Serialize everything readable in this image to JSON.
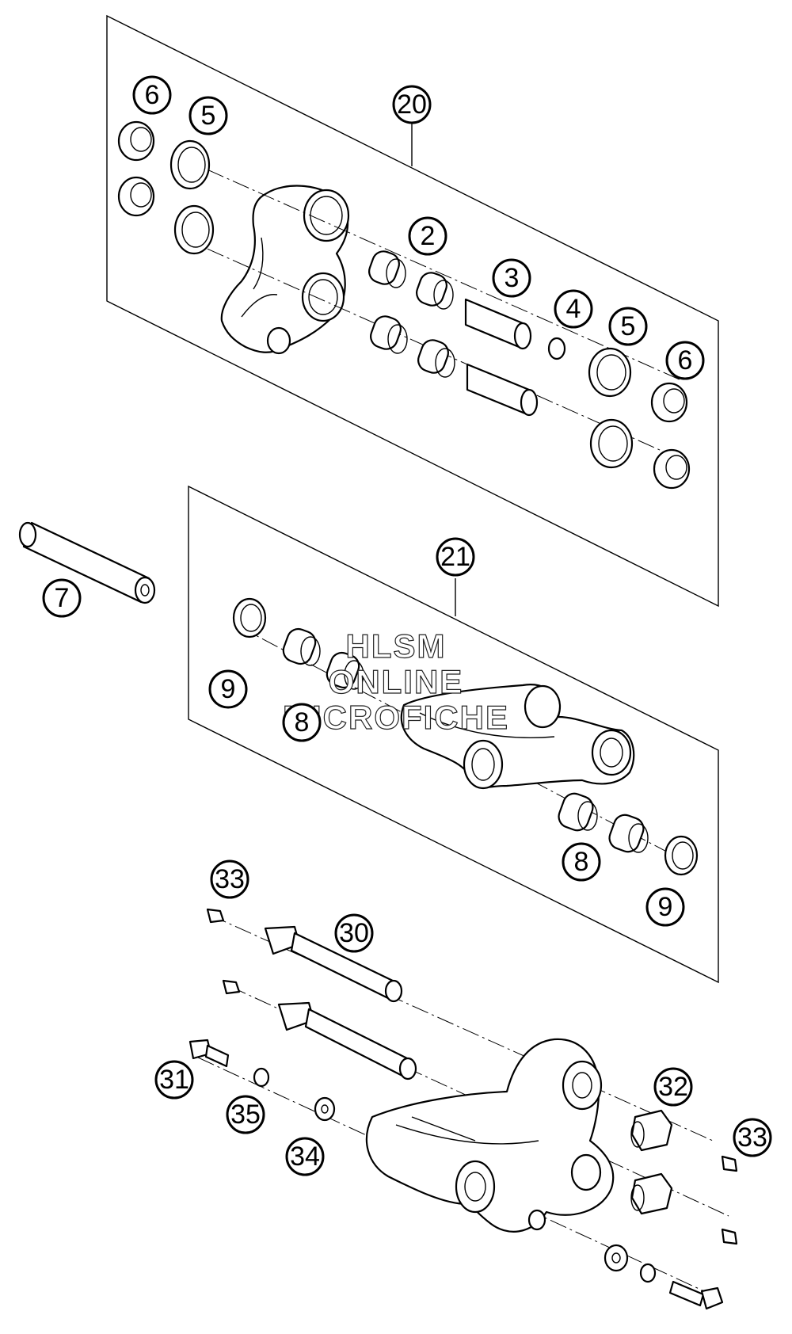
{
  "watermark": {
    "line1": "HLSM",
    "line2": "ONLINE",
    "line3": "MICROFICHE"
  },
  "callouts": [
    {
      "id": "c20a",
      "text": "20"
    },
    {
      "id": "c6a",
      "text": "6"
    },
    {
      "id": "c5a",
      "text": "5"
    },
    {
      "id": "c2",
      "text": "2"
    },
    {
      "id": "c3",
      "text": "3"
    },
    {
      "id": "c4",
      "text": "4"
    },
    {
      "id": "c5b",
      "text": "5"
    },
    {
      "id": "c6b",
      "text": "6"
    },
    {
      "id": "c7",
      "text": "7"
    },
    {
      "id": "c21",
      "text": "21"
    },
    {
      "id": "c9a",
      "text": "9"
    },
    {
      "id": "c8a",
      "text": "8"
    },
    {
      "id": "c8b",
      "text": "8"
    },
    {
      "id": "c9b",
      "text": "9"
    },
    {
      "id": "c33a",
      "text": "33"
    },
    {
      "id": "c30",
      "text": "30"
    },
    {
      "id": "c31",
      "text": "31"
    },
    {
      "id": "c35",
      "text": "35"
    },
    {
      "id": "c34",
      "text": "34"
    },
    {
      "id": "c32",
      "text": "32"
    },
    {
      "id": "c33b",
      "text": "33"
    }
  ]
}
